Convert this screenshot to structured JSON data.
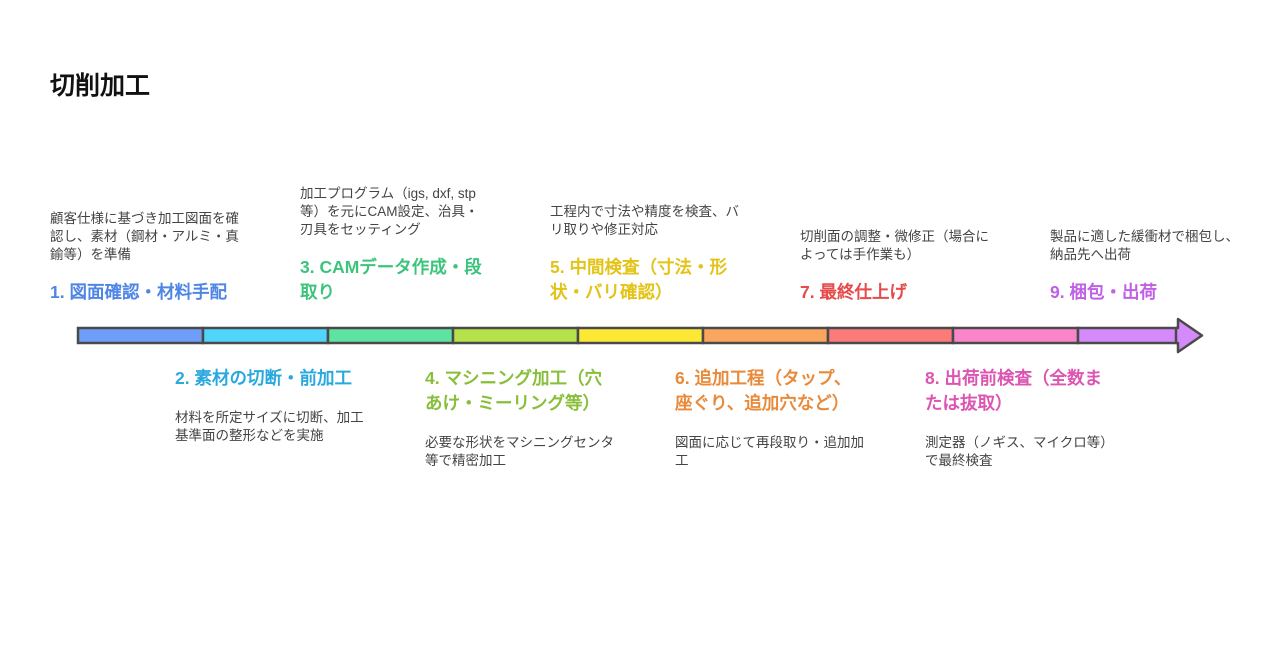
{
  "title": "切削加工",
  "steps": [
    {
      "label": "1. 図面確認・材料手配",
      "desc": "顧客仕様に基づき加工図面を確認し、素材（鋼材・アルミ・真鍮等）を準備",
      "color": "#4f86e6",
      "fill": "#6f9ef8",
      "position": "top"
    },
    {
      "label": "2. 素材の切断・前加工",
      "desc": "材料を所定サイズに切断、加工基準面の整形などを実施",
      "color": "#2aa9de",
      "fill": "#4fd5fb",
      "position": "bottom"
    },
    {
      "label": "3. CAMデータ作成・段取り",
      "desc": "加工プログラム（igs, dxf, stp等）を元にCAM設定、治具・刃具をセッティング",
      "color": "#3dc47c",
      "fill": "#5fe3a3",
      "position": "top"
    },
    {
      "label": "4. マシニング加工（穴あけ・ミーリング等）",
      "desc": "必要な形状をマシニングセンタ等で精密加工",
      "color": "#88bf3a",
      "fill": "#b5e24a",
      "position": "bottom"
    },
    {
      "label": "5. 中間検査（寸法・形状・バリ確認）",
      "desc": "工程内で寸法や精度を検査、バリ取りや修正対応",
      "color": "#e3c318",
      "fill": "#fde935",
      "position": "top"
    },
    {
      "label": "6. 追加工程（タップ、座ぐり、追加穴など）",
      "desc": "図面に応じて再段取り・追加加工",
      "color": "#e88a3a",
      "fill": "#fba65e",
      "position": "bottom"
    },
    {
      "label": "7. 最終仕上げ",
      "desc": "切削面の調整・微修正（場合によっては手作業も）",
      "color": "#e64a4a",
      "fill": "#fb7b7b",
      "position": "top"
    },
    {
      "label": "8. 出荷前検査（全数または抜取）",
      "desc": "測定器（ノギス、マイクロ等）で最終検査",
      "color": "#dd55b2",
      "fill": "#fb85c9",
      "position": "bottom"
    },
    {
      "label": "9. 梱包・出荷",
      "desc": "製品に適した緩衝材で梱包し、納品先へ出荷",
      "color": "#c060e6",
      "fill": "#d58afb",
      "position": "top"
    }
  ]
}
